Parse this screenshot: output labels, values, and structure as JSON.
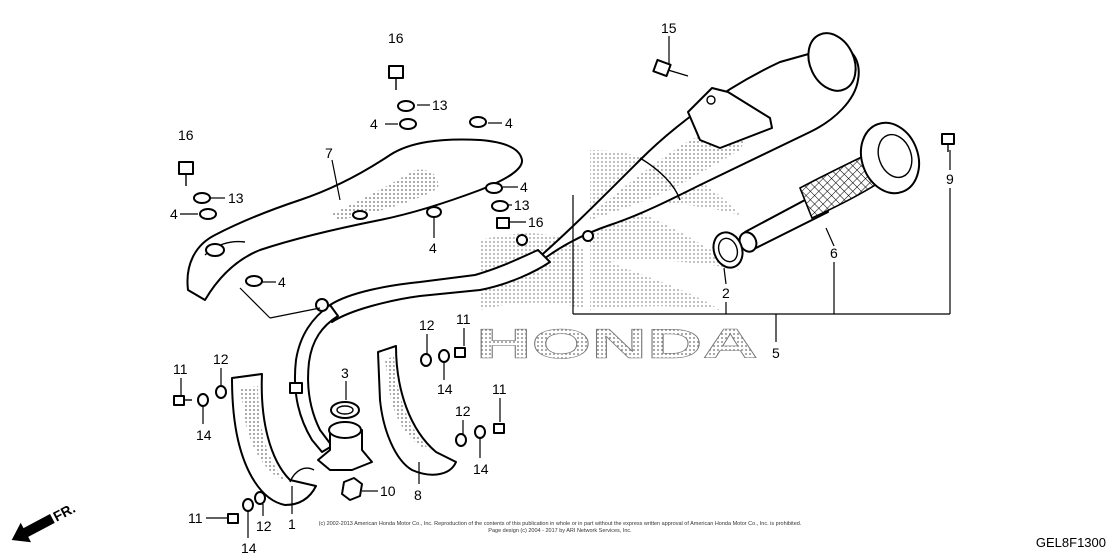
{
  "diagram": {
    "brand_watermark": "HONDA",
    "direction_label": "FR.",
    "diagram_code": "GEL8F1300",
    "copyright_line1": "(c) 2002-2013 American Honda Motor Co., Inc. Reproduction of the contents of this publication in whole or in part without the express written approval of American Honda Motor Co., Inc. is prohibited.",
    "copyright_line2": "Page design (c) 2004 - 2017 by ARI Network Services, Inc.",
    "callouts": [
      {
        "id": "c16a",
        "label": "16"
      },
      {
        "id": "c13a",
        "label": "13"
      },
      {
        "id": "c4a",
        "label": "4"
      },
      {
        "id": "c4b",
        "label": "4"
      },
      {
        "id": "c16b",
        "label": "16"
      },
      {
        "id": "c7",
        "label": "7"
      },
      {
        "id": "c13b",
        "label": "13"
      },
      {
        "id": "c4c",
        "label": "4"
      },
      {
        "id": "c4d",
        "label": "4"
      },
      {
        "id": "c13c",
        "label": "13"
      },
      {
        "id": "c16c",
        "label": "16"
      },
      {
        "id": "c4e",
        "label": "4"
      },
      {
        "id": "c4f",
        "label": "4"
      },
      {
        "id": "c15",
        "label": "15"
      },
      {
        "id": "c9",
        "label": "9"
      },
      {
        "id": "c6",
        "label": "6"
      },
      {
        "id": "c2",
        "label": "2"
      },
      {
        "id": "c5",
        "label": "5"
      },
      {
        "id": "c12a",
        "label": "12"
      },
      {
        "id": "c11a",
        "label": "11"
      },
      {
        "id": "c14a",
        "label": "14"
      },
      {
        "id": "c3",
        "label": "3"
      },
      {
        "id": "c11b",
        "label": "11"
      },
      {
        "id": "c12b",
        "label": "12"
      },
      {
        "id": "c14b",
        "label": "14"
      },
      {
        "id": "c11c",
        "label": "11"
      },
      {
        "id": "c12c",
        "label": "12"
      },
      {
        "id": "c14c",
        "label": "14"
      },
      {
        "id": "c10",
        "label": "10"
      },
      {
        "id": "c8",
        "label": "8"
      },
      {
        "id": "c11d",
        "label": "11"
      },
      {
        "id": "c12d",
        "label": "12"
      },
      {
        "id": "c1",
        "label": "1"
      },
      {
        "id": "c14d",
        "label": "14"
      }
    ]
  }
}
